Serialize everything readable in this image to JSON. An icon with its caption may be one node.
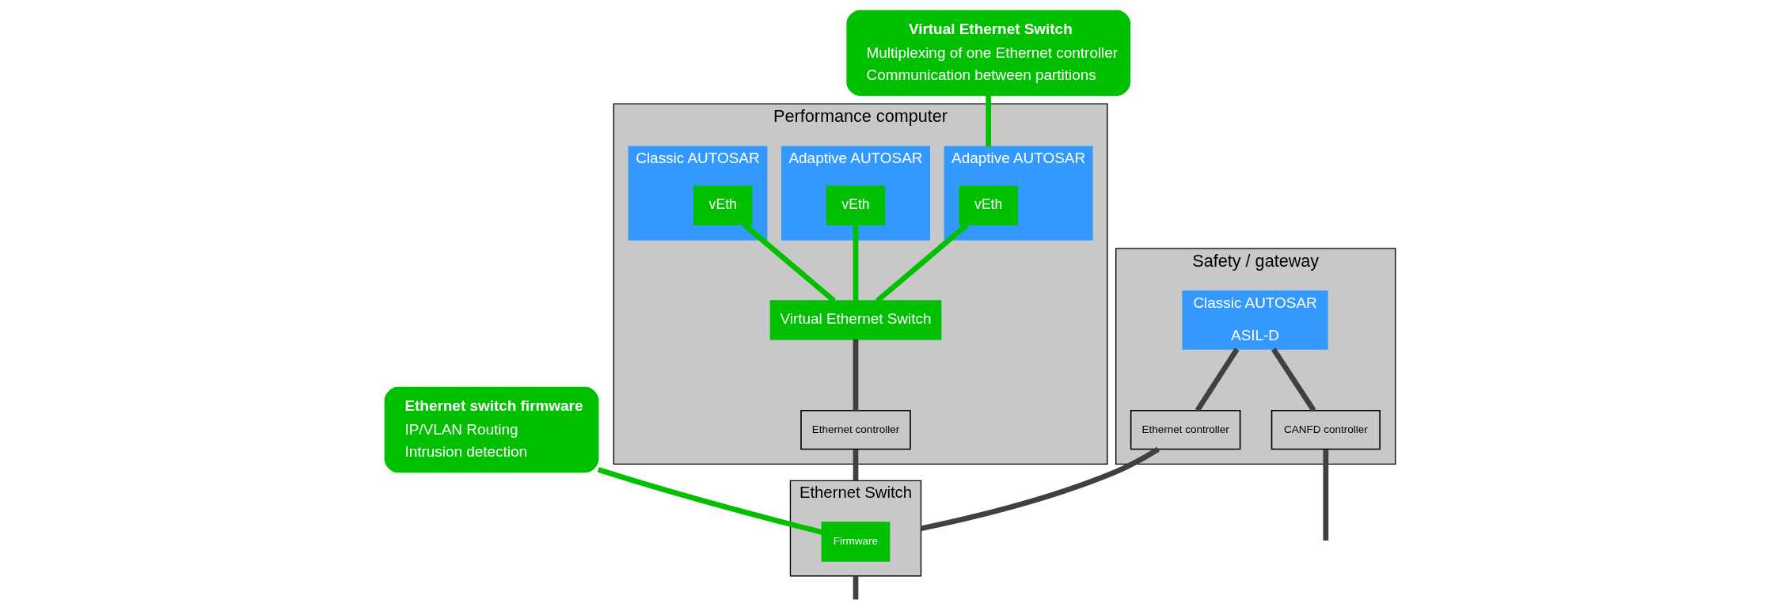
{
  "diagram": {
    "nodes": [
      {
        "text": [
          "Performance computer"
        ]
      },
      {
        "text": [
          "Adaptive AUTOSAR"
        ],
        "in": 0
      },
      {
        "text": [
          "vEth"
        ],
        "in": 1
      },
      {
        "text": [
          "Adaptive AUTOSAR"
        ],
        "in": 0
      },
      {
        "text": [
          "vEth"
        ],
        "in": 3
      },
      {
        "text": [
          "Classic AUTOSAR"
        ],
        "in": 0
      },
      {
        "text": [
          "vEth"
        ],
        "in": 5
      },
      {
        "text": [
          "Virtual Ethernet Switch"
        ],
        "in": 0
      },
      {
        "text": [
          "Ethernet controller"
        ],
        "in": 0
      },
      {
        "text": [
          "Safety / gateway"
        ]
      },
      {
        "text": [
          "Classic AUTOSAR",
          "ASIL-D"
        ],
        "in": 9
      },
      {
        "text": [
          "Ethernet controller"
        ],
        "in": 9
      },
      {
        "text": [
          "CANFD controller"
        ],
        "in": 9
      },
      {
        "text": [
          "Ethernet Switch"
        ]
      },
      {
        "text": [
          "Firmware"
        ],
        "in": 13
      },
      {
        "text": [
          "Virtual Ethernet Switch",
          "Multiplexing of one Ethernet controller",
          "Communication between partitions"
        ]
      },
      {
        "text": [
          "Ethernet switch firmware",
          "IP/VLAN Routing",
          "Intrusion detection"
        ]
      }
    ],
    "edges": [
      {
        "from": 2,
        "to": 7,
        "arrow": "none",
        "color": "#00c000"
      },
      {
        "from": 4,
        "to": 7,
        "arrow": "none",
        "color": "#00c000"
      },
      {
        "from": 6,
        "to": 7,
        "arrow": "none",
        "color": "#00c000"
      },
      {
        "from": 7,
        "to": 8,
        "arrow": "none"
      },
      {
        "from": 8,
        "to": 13,
        "arrow": "none"
      },
      {
        "from": 10,
        "to": 11,
        "arrow": "none"
      },
      {
        "from": 10,
        "to": 12,
        "arrow": "none"
      },
      {
        "from": 11,
        "to": 13,
        "arrow": "none"
      },
      {
        "from": 12,
        "to": null,
        "arrow": "none"
      },
      {
        "from": 13,
        "to": null,
        "arrow": "none"
      },
      {
        "from": 15,
        "to": 1,
        "arrow": "none",
        "color": "#00c000"
      },
      {
        "from": 16,
        "to": 14,
        "arrow": "none",
        "color": "#00c000"
      }
    ]
  }
}
